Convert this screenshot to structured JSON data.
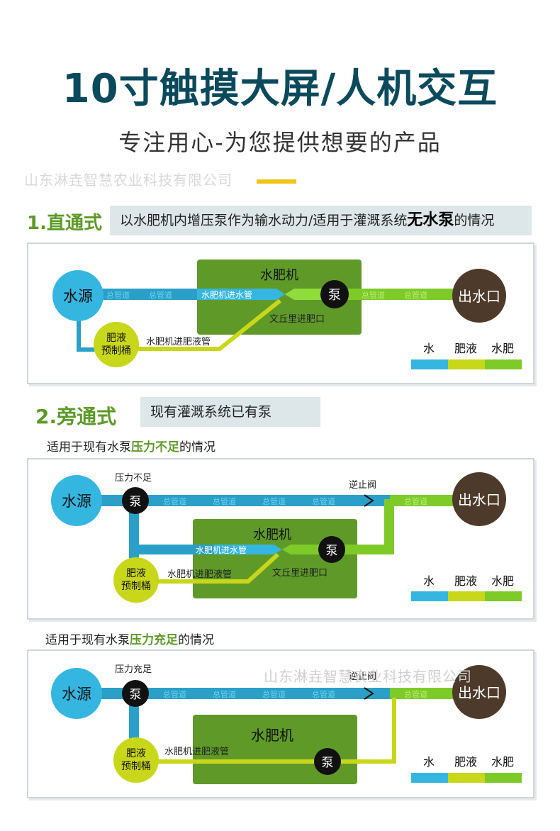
{
  "title": "10寸触摸大屏/人机交互",
  "subtitle": "专注用心-为您提供想要的产品",
  "watermark_company": "山东淋垚智慧农业科技有限公司",
  "colors": {
    "water": "#35b6e0",
    "fertilizer": "#c8d71a",
    "mixed": "#7ecb27",
    "machine": "#5f9a29",
    "outlet": "#4d3a2a",
    "section_green": "#5d9a28"
  },
  "legend": {
    "water": "水",
    "fertilizer": "肥液",
    "mixed": "水肥"
  },
  "labels": {
    "source": "水源",
    "tank_line1": "肥液",
    "tank_line2": "预制桶",
    "machine": "水肥机",
    "pump": "泵",
    "outlet": "出水口",
    "inlet_pipe": "水肥机进水管",
    "fert_pipe": "水肥机进肥液管",
    "venturi": "文丘里进肥口",
    "main_pipe": "总管道",
    "check_valve": "逆止阀"
  },
  "section1": {
    "title": "1.直通式",
    "desc_pre": "以水肥机内增压泵作为输水动力/适用于灌溉系统",
    "desc_bold": "无水泵",
    "desc_post": "的情况"
  },
  "section2": {
    "title": "2.旁通式",
    "desc": "现有灌溉系统已有泵",
    "case1": {
      "pre": "适用于现有水泵",
      "bold": "压力不足",
      "post": "的情况",
      "pressure_label": "压力不足"
    },
    "case2": {
      "pre": "适用于现有水泵",
      "bold": "压力充足",
      "post": "的情况",
      "pressure_label": "压力充足"
    }
  }
}
